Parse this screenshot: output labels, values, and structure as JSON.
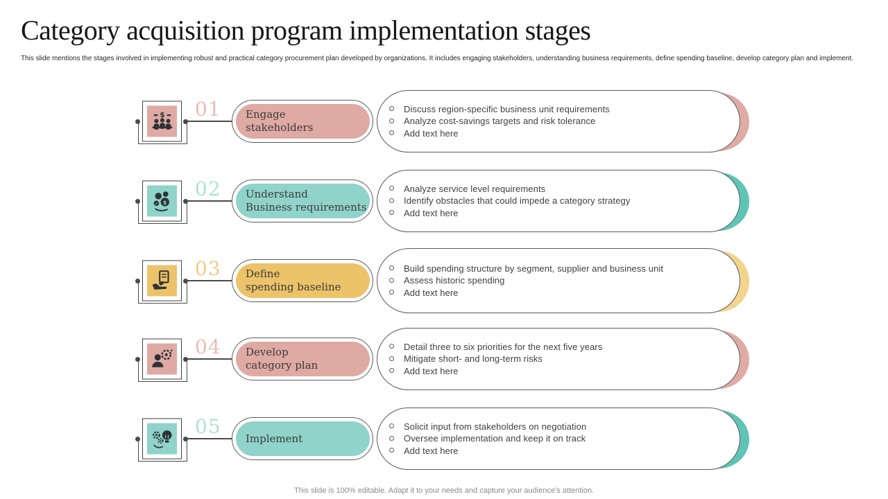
{
  "slide": {
    "title": "Category acquisition program implementation stages",
    "description": "This slide mentions the stages involved in implementing  robust and practical category procurement plan developed by organizations. It includes engaging stakeholders, understanding business requirements, define spending baseline, develop category plan and implement.",
    "footer": "This slide is 100% editable.  Adapt it to your needs and capture your audience's attention."
  },
  "stages": [
    {
      "number": "01",
      "label": "Engage\nstakeholders",
      "icon": "meeting-stakeholders-icon",
      "colors": {
        "fill": "#dfaaa3",
        "light": "#e8beb8",
        "crescent": "#e0aba4"
      },
      "bullets": [
        "Discuss region-specific business unit requirements",
        "Analyze cost-savings targets and risk tolerance",
        "Add text here"
      ]
    },
    {
      "number": "02",
      "label": "Understand\nBusiness requirements",
      "icon": "engagement-badges-icon",
      "colors": {
        "fill": "#8fd3ca",
        "light": "#b0e0d9",
        "crescent": "#5ec4b7"
      },
      "bullets": [
        "Analyze service level requirements",
        "Identify obstacles that could impede a category strategy",
        "Add text here"
      ]
    },
    {
      "number": "03",
      "label": "Define\nspending baseline",
      "icon": "bill-payment-icon",
      "colors": {
        "fill": "#edc369",
        "light": "#edcd86",
        "crescent": "#f2d48c"
      },
      "bullets": [
        "Build spending structure by segment, supplier and business unit",
        "Assess historic spending",
        "Add text here"
      ]
    },
    {
      "number": "04",
      "label": "Develop\ncategory plan",
      "icon": "user-target-icon",
      "colors": {
        "fill": "#dfaaa3",
        "light": "#e8beb8",
        "crescent": "#e0aba4"
      },
      "bullets": [
        "Detail three to six priorities for the next five years",
        "Mitigate  short- and long-term risks",
        "Add text here"
      ]
    },
    {
      "number": "05",
      "label": "Implement",
      "icon": "idea-gears-icon",
      "colors": {
        "fill": "#8fd3ca",
        "light": "#b0e0d9",
        "crescent": "#5ec4b7"
      },
      "bullets": [
        "Solicit input from stakeholders on negotiation",
        "Oversee implementation and keep it on track",
        "Add text here"
      ]
    }
  ]
}
